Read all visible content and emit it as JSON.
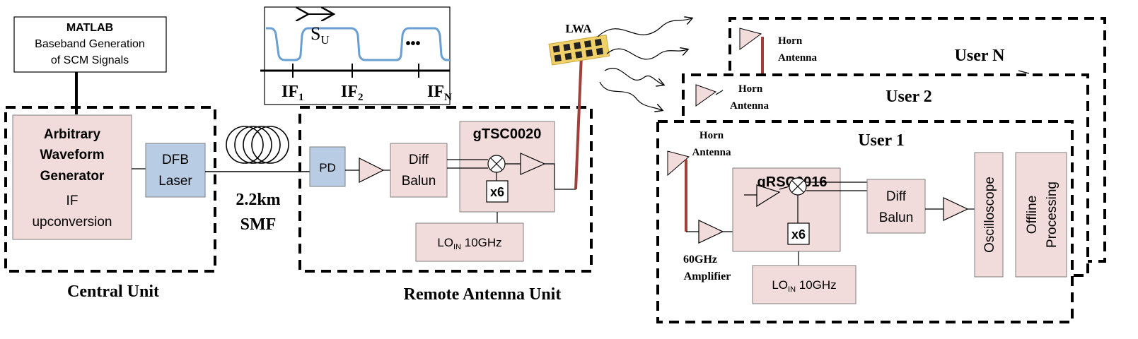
{
  "colors": {
    "block_pink": "#f2dcdb",
    "block_blue": "#b8cce4",
    "waveform": "#6a9fd4",
    "antenna_feed": "#a0403a",
    "lwa_gold": "#f0d068",
    "border": "#000000"
  },
  "matlab": {
    "title": "MATLAB",
    "line1": "Baseband Generation",
    "line2": "of SCM Signals"
  },
  "central_unit": {
    "label": "Central Unit",
    "awg_bold_1": "Arbitrary",
    "awg_bold_2": "Waveform",
    "awg_bold_3": "Generator",
    "awg_line_4": "IF",
    "awg_line_5": "upconversion",
    "dfb_1": "DFB",
    "dfb_2": "Laser"
  },
  "fiber": {
    "line1": "2.2km",
    "line2": "SMF"
  },
  "spectrum": {
    "spacing_symbol": "S",
    "spacing_sub": "U",
    "ellipsis": "•••",
    "if1": "IF",
    "if1_sub": "1",
    "if2": "IF",
    "if2_sub": "2",
    "ifn": "IF",
    "ifn_sub": "N"
  },
  "remote_unit": {
    "label": "Remote Antenna Unit",
    "pd": "PD",
    "balun_1": "Diff",
    "balun_2": "Balun",
    "chip": "gTSC0020",
    "mult": "x6",
    "lo_prefix": "LO",
    "lo_sub": "IN",
    "lo_freq": " 10GHz",
    "lwa": "LWA"
  },
  "users": {
    "user_n": "User N",
    "user_2": "User 2",
    "user_1": "User 1",
    "horn_1": "Horn",
    "horn_2": "Antenna"
  },
  "user1_chain": {
    "chip": "gRSC0016",
    "mult": "x6",
    "balun_1": "Diff",
    "balun_2": "Balun",
    "lo_prefix": "LO",
    "lo_sub": "IN",
    "lo_freq": " 10GHz",
    "amp_1": "60GHz",
    "amp_2": "Amplifier",
    "scope": "Oscilloscope",
    "offline_1": "Offline",
    "offline_2": "Processing"
  }
}
